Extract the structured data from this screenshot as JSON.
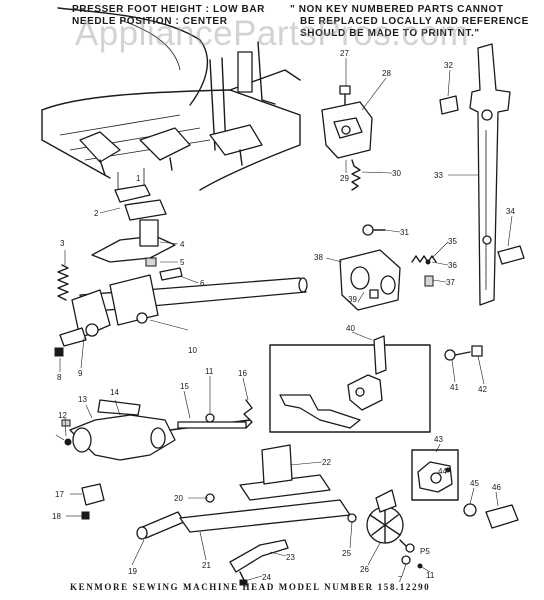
{
  "watermark": "AppliancePartsPros.com",
  "header": {
    "left_line1": "PRESSER FOOT HEIGHT : LOW BAR",
    "left_line2": "NEEDLE POSITION : CENTER",
    "right_line1": "\" NON KEY NUMBERED PARTS CANNOT",
    "right_line2": "BE REPLACED LOCALLY AND REFERENCE",
    "right_line3": "SHOULD BE MADE TO PRINT NT.\""
  },
  "footer": "KENMORE SEWING MACHINE HEAD MODEL NUMBER 158.12290",
  "corner_label": "P5",
  "callouts": [
    "1",
    "2",
    "3",
    "4",
    "5",
    "6",
    "7",
    "8",
    "9",
    "10",
    "11",
    "12",
    "13",
    "14",
    "15",
    "16",
    "17",
    "18",
    "19",
    "20",
    "21",
    "22",
    "23",
    "24",
    "25",
    "26",
    "27",
    "28",
    "29",
    "30",
    "31",
    "32",
    "33",
    "34",
    "35",
    "36",
    "37",
    "38",
    "39",
    "40",
    "41",
    "42",
    "43",
    "44",
    "45",
    "46"
  ]
}
